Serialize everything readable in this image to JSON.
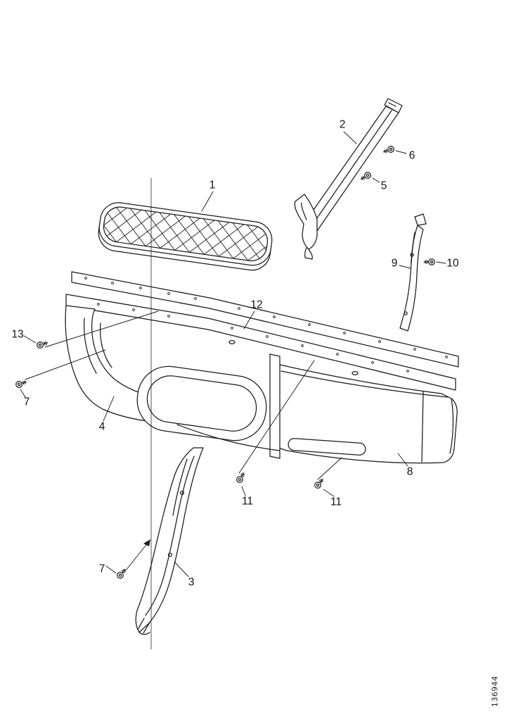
{
  "figure": {
    "drawing_number": "136944"
  },
  "colors": {
    "line": "#1a1a1a",
    "background": "#ffffff"
  },
  "callouts": [
    {
      "label": "1"
    },
    {
      "label": "2"
    },
    {
      "label": "5"
    },
    {
      "label": "6"
    },
    {
      "label": "9"
    },
    {
      "label": "10"
    },
    {
      "label": "12"
    },
    {
      "label": "13"
    },
    {
      "label": "7"
    },
    {
      "label": "4"
    },
    {
      "label": "8"
    },
    {
      "label": "11"
    },
    {
      "label": "11"
    },
    {
      "label": "3"
    },
    {
      "label": "7"
    }
  ]
}
